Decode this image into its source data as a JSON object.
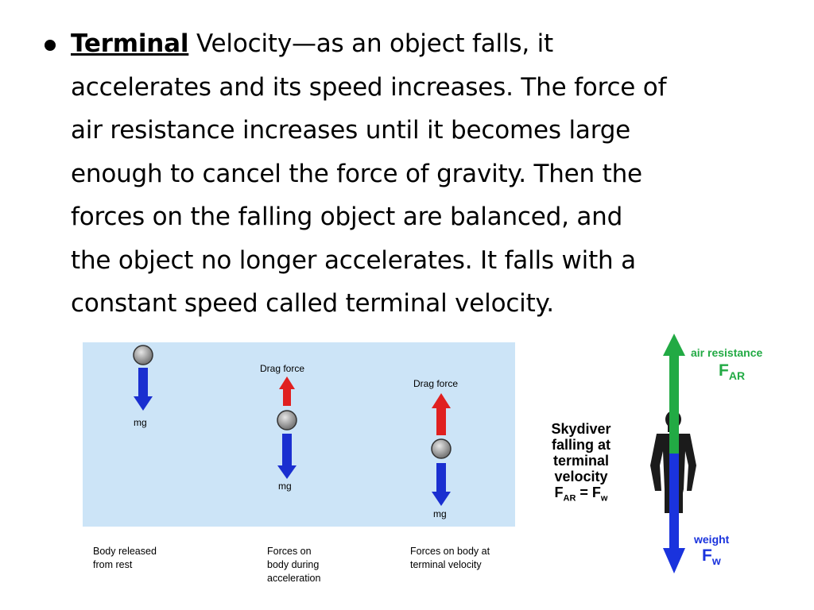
{
  "slide": {
    "term": "Terminal",
    "lines": [
      " Velocity—as an object falls, it",
      "accelerates and its speed increases. The force of",
      "air resistance increases until it becomes large",
      "enough to cancel the force of gravity. Then the",
      "forces on the falling object are balanced, and",
      "the object no longer accelerates. It falls with a",
      "constant speed called terminal velocity."
    ]
  },
  "diagram": {
    "panel_color": "#cce4f7",
    "weight_label": "mg",
    "drag_label": "Drag force",
    "captions": [
      [
        "Body released",
        "from rest"
      ],
      [
        "Forces on",
        "body during",
        "acceleration"
      ],
      [
        "Forces on body at",
        "terminal velocity"
      ]
    ]
  },
  "skydiver": {
    "caption_lines": [
      "Skydiver",
      "falling at",
      "terminal",
      "velocity"
    ],
    "eq_f1": "F",
    "eq_sub1": "AR",
    "eq_mid": " = F",
    "eq_sub2": "w",
    "air_label": "air resistance",
    "air_symbol": "F",
    "air_sub": "AR",
    "weight_label": "weight",
    "weight_symbol": "F",
    "weight_sub": "w",
    "air_color": "#22aa44",
    "weight_color": "#1a33dd"
  },
  "colors": {
    "down_arrow": "#1a2fd0",
    "up_arrow": "#e02020"
  }
}
